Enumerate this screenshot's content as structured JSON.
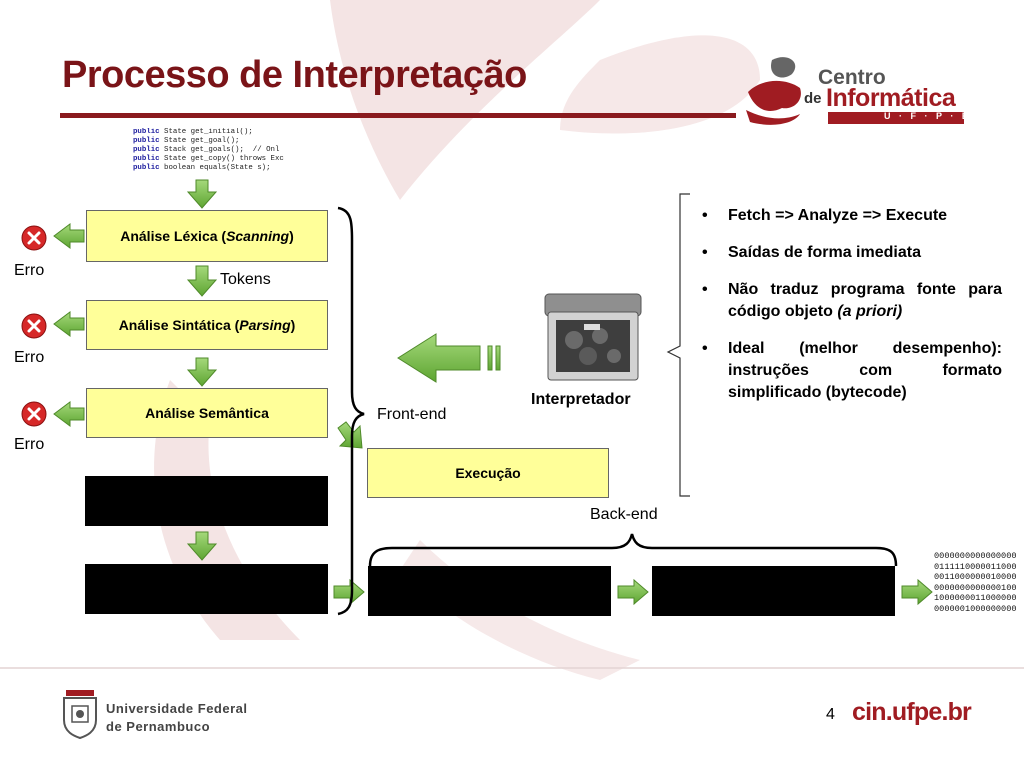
{
  "slide": {
    "title": "Processo de Interpretação",
    "page_number": "4",
    "site": "cin.ufpe.br"
  },
  "colors": {
    "accent": "#7a1418",
    "box_fill": "#ffff99",
    "arrow_green": "#7cc04a",
    "error_red": "#d62828"
  },
  "logo_top": {
    "line1": "Centro",
    "line2_prefix": "de",
    "line2": "Informática",
    "bar": "U · F · P · E"
  },
  "footer_logo": {
    "line1": "Universidade Federal",
    "line2": "de Pernambuco"
  },
  "code_snippet": [
    [
      "public",
      " State get_initial();"
    ],
    [
      "public",
      " State get_goal();"
    ],
    [
      "public",
      " Stack get_goals();  // Onl"
    ],
    [
      "public",
      " State get_copy() throws Exc"
    ],
    [
      "public",
      " boolean equals(State s);"
    ]
  ],
  "pipeline": {
    "lexical": {
      "prefix": "Análise Léxica (",
      "italic": "Scanning",
      "suffix": ")"
    },
    "syntax": {
      "prefix": "Análise Sintática (",
      "italic": "Parsing",
      "suffix": ")"
    },
    "semantic": "Análise Semântica",
    "execution": "Execução",
    "tokens_label": "Tokens",
    "error_label": "Erro",
    "front_end_label": "Front-end",
    "back_end_label": "Back-end",
    "interpreter_label": "Interpretador",
    "error_icon": "error-x-icon",
    "interpreter_icon": "puzzle-box-icon"
  },
  "bullets": [
    {
      "text": "Fetch => Analyze => Execute"
    },
    {
      "text": "Saídas de forma imediata"
    },
    {
      "text": "Não traduz programa fonte para código objeto ",
      "italic": "(a priori)"
    },
    {
      "text": "Ideal (melhor desempenho): instruções com formato simplificado (bytecode)"
    }
  ],
  "binary_output": [
    "0000000000000000",
    "0111110000011000",
    "0011000000010000",
    "0000000000000100",
    "1000000011000000",
    "0000001000000000"
  ]
}
